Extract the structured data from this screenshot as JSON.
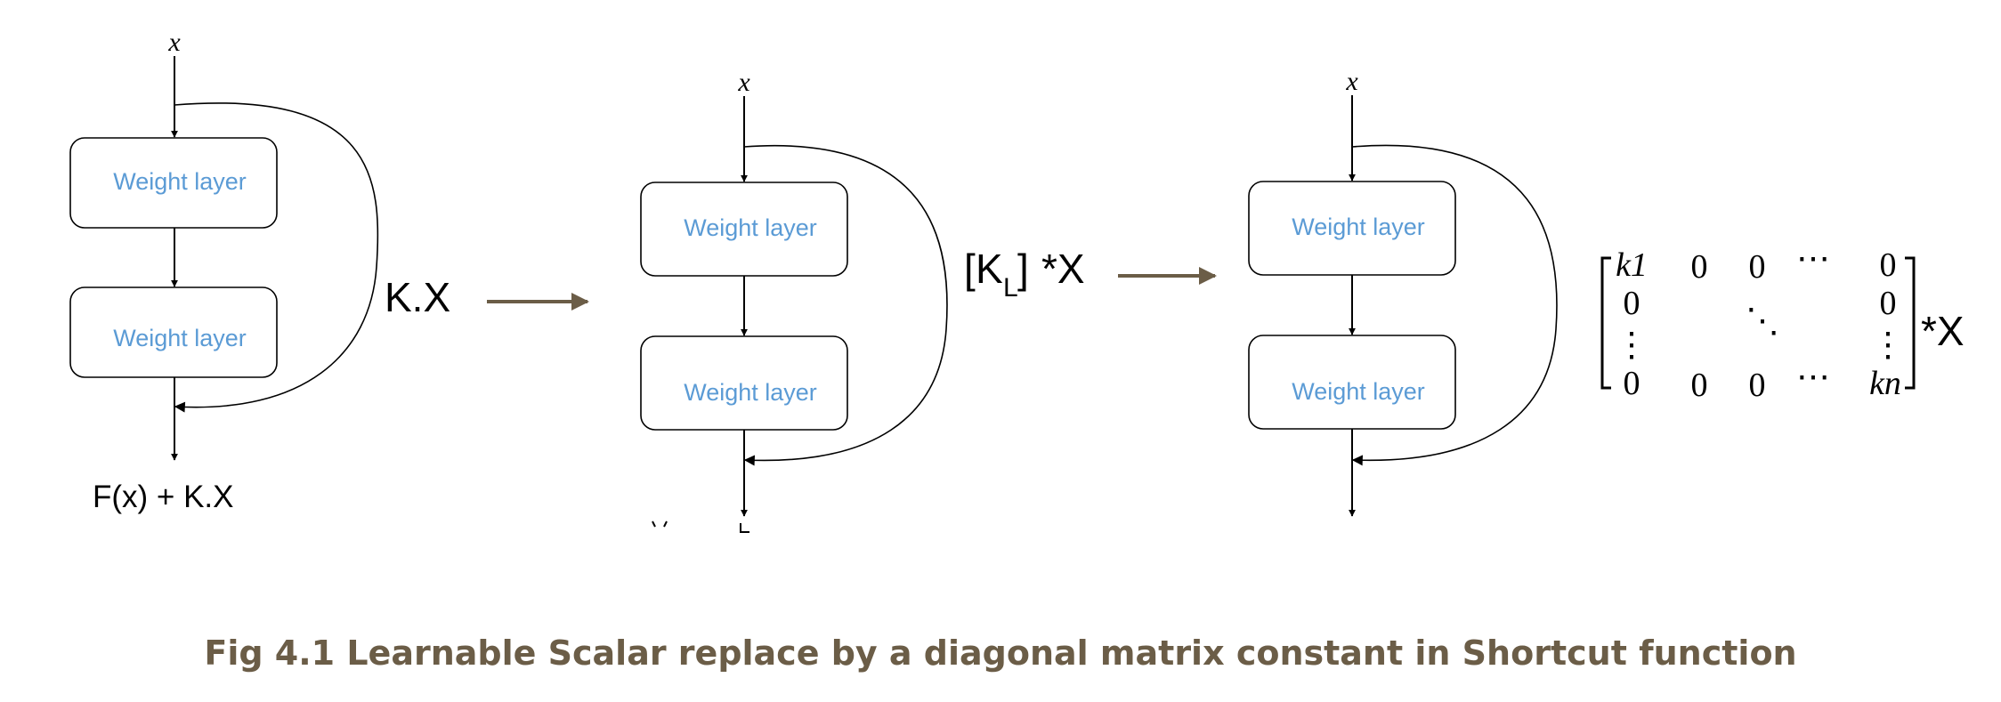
{
  "panels": [
    {
      "input_label": "x",
      "box_labels": [
        "Weight layer",
        "Weight layer"
      ],
      "shortcut_label": "K.X",
      "output_label": "F(x) + K.X"
    },
    {
      "input_label": "x",
      "box_labels": [
        "Weight layer",
        "Weight layer"
      ],
      "shortcut_label_main": "K",
      "shortcut_label_sub": "L",
      "shortcut_label_bracket_open": "[",
      "shortcut_label_bracket_close": "]",
      "shortcut_label_suffix": "*X"
    },
    {
      "input_label": "x",
      "box_labels": [
        "Weight layer",
        "Weight layer"
      ]
    }
  ],
  "matrix": {
    "rows": [
      [
        "k1",
        "0",
        "0",
        "⋯",
        "0"
      ],
      [
        "0",
        "",
        "⋱",
        "",
        "0"
      ],
      [
        "⋮",
        "",
        "",
        "",
        "⋮"
      ],
      [
        "0",
        "0",
        "0",
        "⋯",
        "kn"
      ]
    ],
    "suffix": "*X"
  },
  "colors": {
    "box_text": "#5b9bd5",
    "arrow": "#6b5d47",
    "caption": "#6b5d47",
    "line": "#000000"
  },
  "caption": "Fig 4.1 Learnable Scalar replace by a diagonal matrix constant in Shortcut function"
}
